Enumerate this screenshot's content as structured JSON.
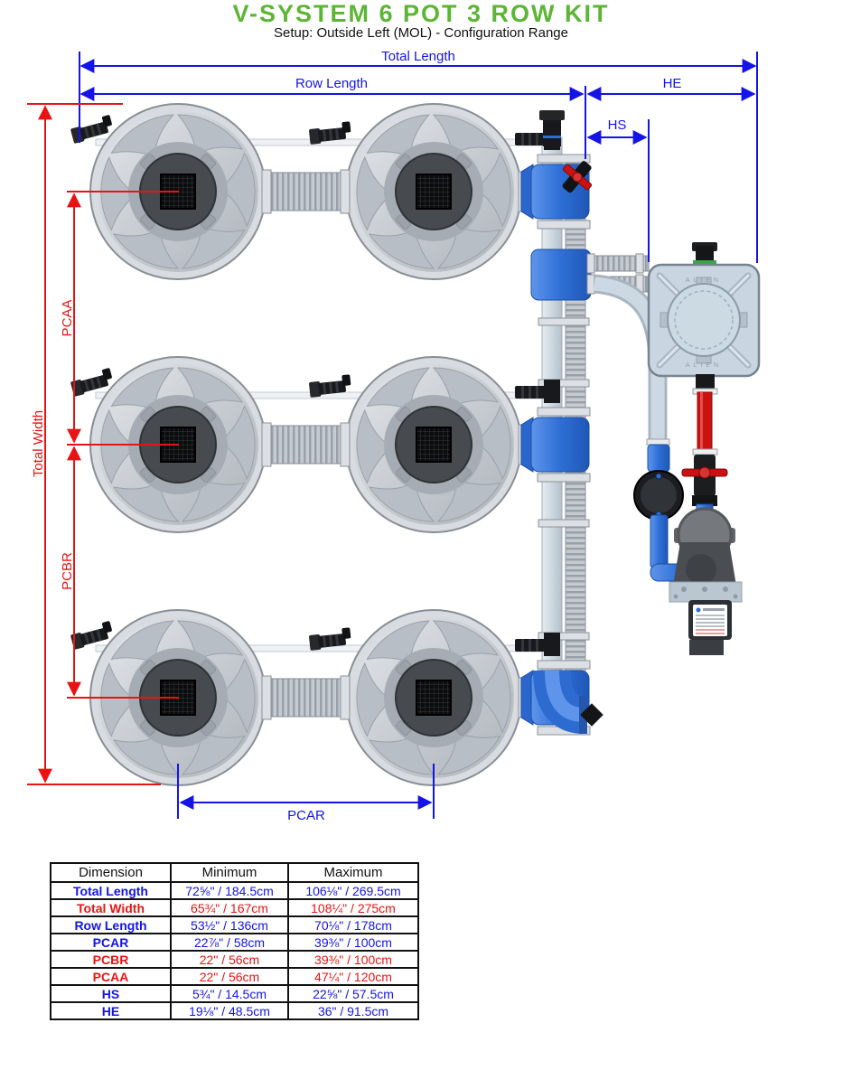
{
  "page": {
    "title": "V-SYSTEM 6 POT 3 ROW KIT",
    "subtitle": "Setup: Outside Left (MOL) - Configuration Range"
  },
  "colors": {
    "title_green": "#5cb535",
    "dimension_blue": "#1414e8",
    "dimension_red": "#e81414",
    "pipe_blue": "#2e6bd0",
    "valve_red": "#cc1111"
  },
  "diagram": {
    "labels": {
      "total_length": "Total Length",
      "row_length": "Row Length",
      "he": "HE",
      "hs": "HS",
      "total_width": "Total Width",
      "pcaa": "PCAA",
      "pcbr": "PCBR",
      "pcar": "PCAR",
      "brand": "ALIEN"
    },
    "pots": {
      "rows": 3,
      "columns": 2,
      "count": 6
    }
  },
  "table": {
    "headers": [
      "Dimension",
      "Minimum",
      "Maximum"
    ],
    "rows": [
      {
        "dimension": "Total Length",
        "minimum": "72⅝\" / 184.5cm",
        "maximum": "106⅛\" / 269.5cm",
        "color": "blue"
      },
      {
        "dimension": "Total Width",
        "minimum": "65¾\" / 167cm",
        "maximum": "108¼\" / 275cm",
        "color": "red"
      },
      {
        "dimension": "Row Length",
        "minimum": "53½\" / 136cm",
        "maximum": "70⅛\" / 178cm",
        "color": "blue"
      },
      {
        "dimension": "PCAR",
        "minimum": "22⅞\" / 58cm",
        "maximum": "39⅜\" / 100cm",
        "color": "blue"
      },
      {
        "dimension": "PCBR",
        "minimum": "22\" / 56cm",
        "maximum": "39⅜\" / 100cm",
        "color": "red"
      },
      {
        "dimension": "PCAA",
        "minimum": "22\" / 56cm",
        "maximum": "47¼\" / 120cm",
        "color": "red"
      },
      {
        "dimension": "HS",
        "minimum": "5¾\" / 14.5cm",
        "maximum": "22⅝\" / 57.5cm",
        "color": "blue"
      },
      {
        "dimension": "HE",
        "minimum": "19⅛\" / 48.5cm",
        "maximum": "36\" / 91.5cm",
        "color": "blue"
      }
    ]
  }
}
